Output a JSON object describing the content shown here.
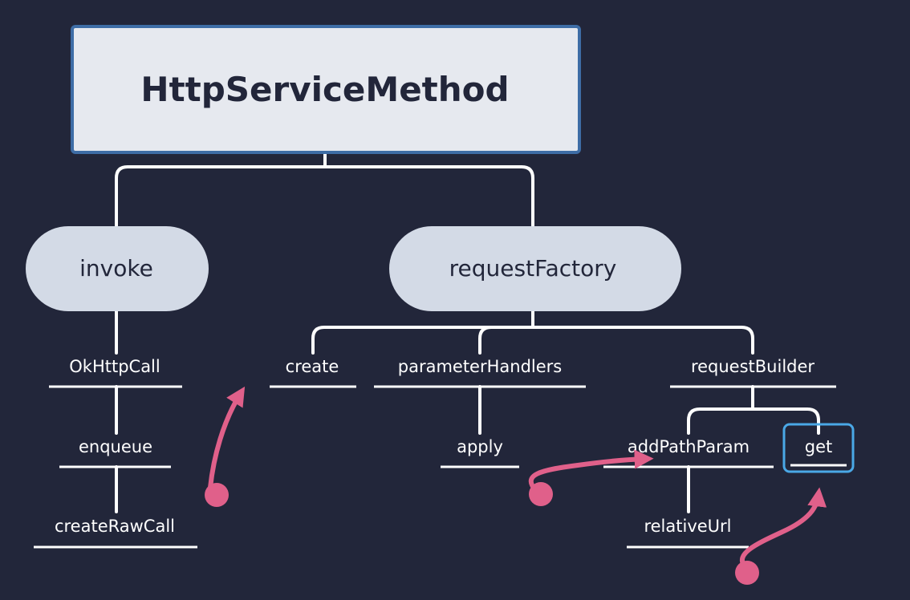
{
  "colors": {
    "background": "#22263a",
    "root_fill": "#e6e9ef",
    "root_border": "#3e6da6",
    "pill_fill": "#d3dae6",
    "connector": "#ffffff",
    "arrow": "#e0608a",
    "highlight": "#4aa8e6"
  },
  "root": {
    "label": "HttpServiceMethod"
  },
  "branches": {
    "invoke": {
      "label": "invoke"
    },
    "requestFactory": {
      "label": "requestFactory"
    }
  },
  "leaves": {
    "okhttpcall": "OkHttpCall",
    "enqueue": "enqueue",
    "createrawcall": "createRawCall",
    "create": "create",
    "parameterhandlers": "parameterHandlers",
    "apply": "apply",
    "requestbuilder": "requestBuilder",
    "addpathparam": "addPathParam",
    "get": "get",
    "relativeurl": "relativeUrl"
  },
  "icons": {
    "arrow": "curved-arrow-icon"
  }
}
